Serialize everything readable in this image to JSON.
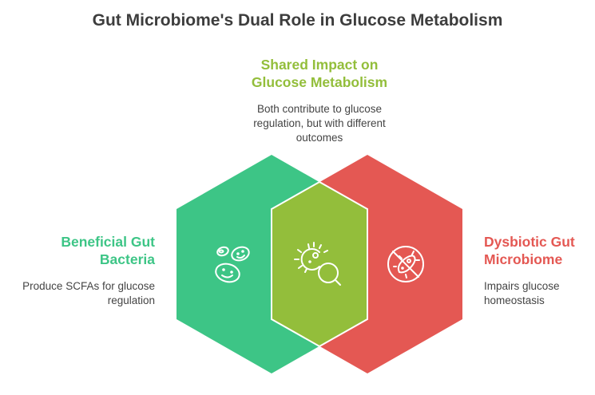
{
  "title": "Gut Microbiome's Dual Role in Glucose Metabolism",
  "shared": {
    "heading_line1": "Shared Impact on",
    "heading_line2": "Glucose Metabolism",
    "desc_line1": "Both contribute to glucose",
    "desc_line2": "regulation, but with different",
    "desc_line3": "outcomes"
  },
  "beneficial": {
    "heading_line1": "Beneficial Gut",
    "heading_line2": "Bacteria",
    "desc_line1": "Produce SCFAs for glucose",
    "desc_line2": "regulation"
  },
  "dysbiotic": {
    "heading_line1": "Dysbiotic Gut",
    "heading_line2": "Microbiome",
    "desc_line1": "Impairs glucose",
    "desc_line2": "homeostasis"
  },
  "colors": {
    "beneficial": "#3DC586",
    "shared": "#93BE3B",
    "dysbiotic": "#E45853"
  },
  "icons": {
    "beneficial": "happy-bacteria-icon",
    "shared": "bacteria-search-icon",
    "dysbiotic": "no-bacteria-icon"
  }
}
